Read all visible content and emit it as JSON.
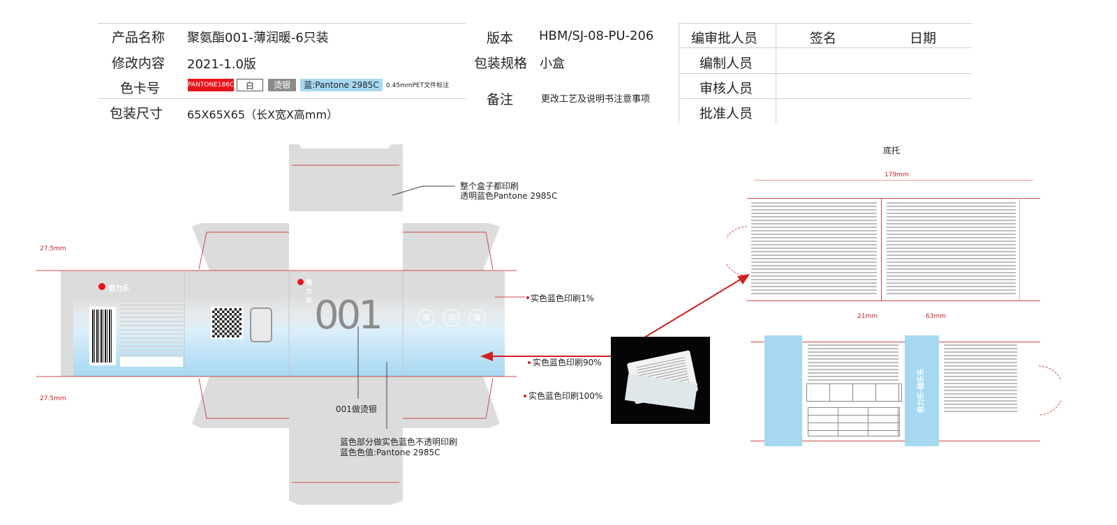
{
  "spec": {
    "product_name_label": "产品名称",
    "product_name": "聚氨酯001-薄润暖-6只装",
    "revision_label": "修改内容",
    "revision": "2021-1.0版",
    "color_card_label": "色卡号",
    "swatches": [
      "PANTONE186C",
      "白",
      "烫银",
      "蓝:Pantone 2985C"
    ],
    "film_note": "0.45mmPET文件标注",
    "size_label": "包装尺寸",
    "size": "65X65X65（长X宽X高mm）",
    "version_label": "版本",
    "version": "HBM/SJ-08-PU-206",
    "pack_spec_label": "包装规格",
    "pack_spec": "小盒",
    "remark_label": "备注",
    "remark": "更改工艺及说明书注意事项",
    "review_label": "编审批人员",
    "sign_label": "签名",
    "date_label": "日期",
    "editor_label": "编制人员",
    "reviewer_label": "审核人员",
    "approver_label": "批准人员"
  },
  "annotations": {
    "whole_box_1": "整个盒子都印刷",
    "whole_box_2": "透明蓝色Pantone 2985C",
    "solid_1": "实色蓝色印刷1%",
    "solid_90": "实色蓝色印刷90%",
    "solid_100": "实色蓝色印刷100%",
    "silver_001": "001做烫银",
    "blue_part_1": "蓝色部分做实色蓝色不透明印刷",
    "blue_part_2": "蓝色色值:Pantone 2985C",
    "tray_title": "底托"
  },
  "dims": {
    "left_top": "27.5mm",
    "left_bottom": "27.5mm",
    "tray_width": "179mm",
    "tray_a": "21mm",
    "tray_b": "63mm"
  },
  "box": {
    "brand": "倍力乐·抛乐乐",
    "brand_short": "倍力乐",
    "logo": "001",
    "features": [
      "薄",
      "润",
      "暖"
    ]
  },
  "colors": {
    "accent_red": "#e8131b",
    "silver": "#8c8c8c",
    "blue": "#a6d8f2",
    "dieline_gray": "#dcdcdc"
  }
}
